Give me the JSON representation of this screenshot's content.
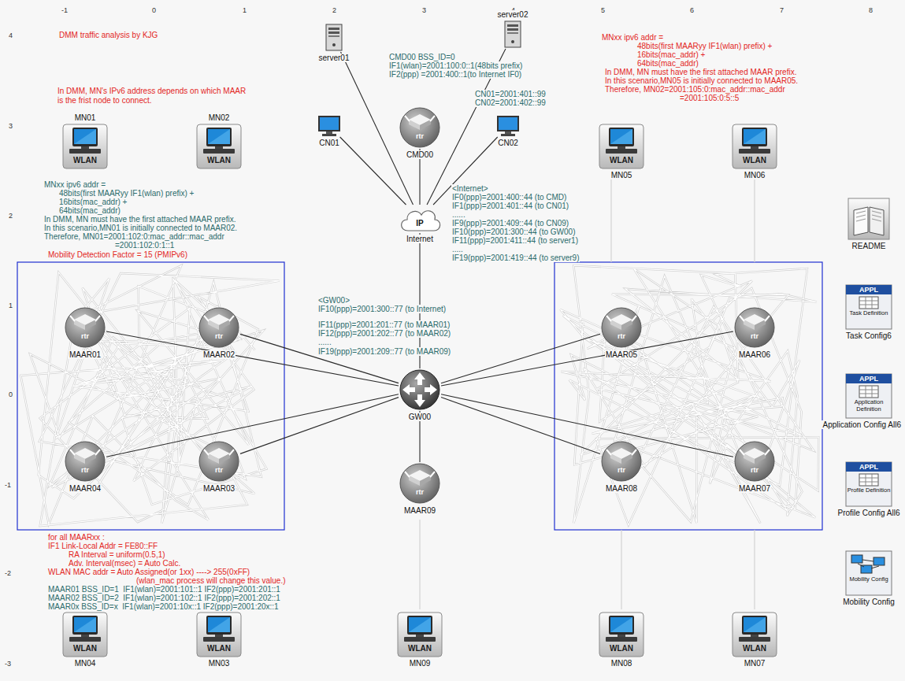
{
  "diagram": {
    "title": "DMM traffic analysis by KJG",
    "nodes": [
      {
        "text": [
          "server01"
        ]
      },
      {
        "text": [
          "server02"
        ]
      },
      {
        "text": [
          "WLAN",
          "MN01"
        ]
      },
      {
        "text": [
          "WLAN",
          "MN02"
        ]
      },
      {
        "text": [
          "CN01"
        ]
      },
      {
        "text": [
          "rtr",
          "CMD00"
        ]
      },
      {
        "text": [
          "CN02"
        ]
      },
      {
        "text": [
          "WLAN",
          "MN05"
        ]
      },
      {
        "text": [
          "WLAN",
          "MN06"
        ]
      },
      {
        "text": [
          "IP",
          "Internet"
        ]
      },
      {
        "text": [
          "README"
        ]
      },
      {
        "text": [
          "APPL",
          "Task Definition",
          "Task Config6"
        ]
      },
      {
        "text": [
          "rtr",
          "MAAR01"
        ]
      },
      {
        "text": [
          "rtr",
          "MAAR02"
        ]
      },
      {
        "text": [
          "rtr",
          "MAAR05"
        ]
      },
      {
        "text": [
          "rtr",
          "MAAR06"
        ]
      },
      {
        "text": [
          "APPL",
          "Application Definition",
          "Application Config All6"
        ]
      },
      {
        "text": [
          "GW00"
        ]
      },
      {
        "text": [
          "rtr",
          "MAAR04"
        ]
      },
      {
        "text": [
          "rtr",
          "MAAR03"
        ]
      },
      {
        "text": [
          "rtr",
          "MAAR09"
        ]
      },
      {
        "text": [
          "rtr",
          "MAAR08"
        ]
      },
      {
        "text": [
          "rtr",
          "MAAR07"
        ]
      },
      {
        "text": [
          "APPL",
          "Profile Definition",
          "Profile Config All6"
        ]
      },
      {
        "text": [
          "Mobility Config",
          "Mobility Config"
        ]
      },
      {
        "text": [
          "WLAN",
          "MN04"
        ]
      },
      {
        "text": [
          "WLAN",
          "MN03"
        ]
      },
      {
        "text": [
          "WLAN",
          "MN09"
        ]
      },
      {
        "text": [
          "WLAN",
          "MN08"
        ]
      },
      {
        "text": [
          "WLAN",
          "MN07"
        ]
      }
    ],
    "edges": [
      {
        "from": 0,
        "to": 9,
        "arrow": "none"
      },
      {
        "from": 1,
        "to": 9,
        "arrow": "none"
      },
      {
        "from": 4,
        "to": 9,
        "arrow": "none"
      },
      {
        "from": 5,
        "to": 9,
        "arrow": "none"
      },
      {
        "from": 6,
        "to": 9,
        "arrow": "none"
      },
      {
        "from": 9,
        "to": 17,
        "arrow": "none"
      },
      {
        "from": 17,
        "to": 12,
        "arrow": "none"
      },
      {
        "from": 17,
        "to": 13,
        "arrow": "none"
      },
      {
        "from": 17,
        "to": 18,
        "arrow": "none"
      },
      {
        "from": 17,
        "to": 19,
        "arrow": "none"
      },
      {
        "from": 17,
        "to": 20,
        "arrow": "none"
      },
      {
        "from": 17,
        "to": 14,
        "arrow": "none"
      },
      {
        "from": 17,
        "to": 15,
        "arrow": "none"
      },
      {
        "from": 17,
        "to": 21,
        "arrow": "none"
      },
      {
        "from": 17,
        "to": 22,
        "arrow": "none"
      }
    ],
    "labels": [
      "-1",
      "0",
      "1",
      "2",
      "3",
      "4",
      "5",
      "6",
      "7",
      "8",
      "4",
      "3",
      "2",
      "1",
      "0",
      "-1",
      "-2",
      "-3",
      "In DMM, MN's IPv6 address depends on which MAAR",
      "is the frist node to connect.",
      "MNxx ipv6 addr =",
      "48bits(first MAARyy IF1(wlan) prefix) +",
      "16bits(mac_addr) +",
      "64bits(mac_addr)",
      "In DMM, MN must have the first attached MAAR prefix.",
      "In this scenario,MN01 is initially connected to MAAR02.",
      "Therefore, MN01=2001:102:0:mac_addr::mac_addr",
      "=2001:102:0:1::1",
      "Mobility Detection Factor = 15 (PMIPv6)",
      "CMD00 BSS_ID=0",
      "IF1(wlan)=2001:100:0::1(48bits prefix)",
      "IF2(ppp) =2001:400::1(to Internet IF0)",
      "CN01=2001:401::99",
      "CN02=2001:402::99",
      "<Internet>",
      "IF0(ppp)=2001:400::44 (to CMD)",
      "IF1(ppp)=2001:401::44 (to CN01)",
      "......",
      "IF9(ppp)=2001:409::44 (to CN09)",
      "IF10(ppp)=2001:300::44 (to GW00)",
      "IF11(ppp)=2001:411::44 (to server1)",
      ".....",
      "IF19(ppp)=2001:419::44 (to server9)",
      "<GW00>",
      "IF10(ppp)=2001:300::77 (to Internet)",
      "IF11(ppp)=2001:201::77 (to MAAR01)",
      "IF12(ppp)=2001:202::77 (to MAAR02)",
      "......",
      "IF19(ppp)=2001:209::77 (to MAAR09)",
      "MNxx ipv6 addr =",
      "48bits(first MAARyy IF1(wlan) prefix) +",
      "16bits(mac_addr) +",
      "64bits(mac_addr)",
      "In DMM, MN must have the first attached MAAR prefix.",
      "In this scenario,MN05 is initially connected to MAAR05.",
      "Therefore, MN02=2001:105:0:mac_addr::mac_addr",
      "=2001:105:0:5::5",
      "for all MAARxx :",
      "IF1 Link-Local Addr = FE80::FF",
      "RA Interval = uniform(0.5,1)",
      "Adv. Interval(msec) = Auto Calc.",
      "WLAN MAC addr = Auto Assigned(or 1xx) ----> 255(0xFF)",
      "(wlan_mac process will change this value.)",
      "MAAR01 BSS_ID=1  IF1(wlan)=2001:101::1 IF2(ppp)=2001:201::1",
      "MAAR02 BSS_ID=2  IF1(wlan)=2001:102::1 IF2(ppp)=2001:202::1",
      "MAAR0x BSS_ID=x  IF1(wlan)=2001:10x::1 IF2(ppp)=2001:20x::1"
    ]
  }
}
